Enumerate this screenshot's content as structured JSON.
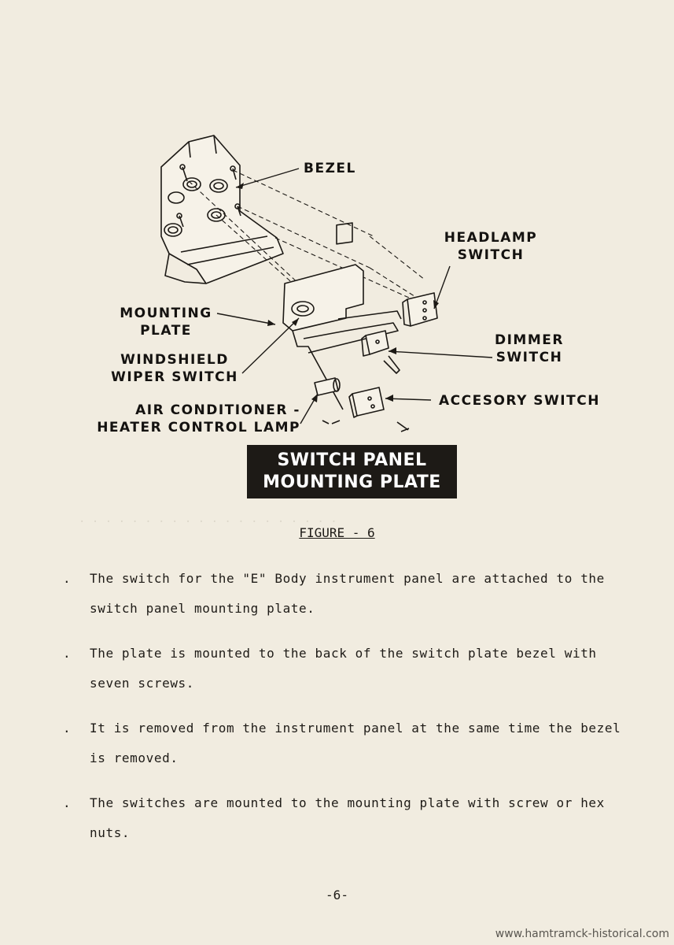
{
  "diagram": {
    "callouts": {
      "bezel": "BEZEL",
      "headlamp_switch": [
        "HEADLAMP",
        "SWITCH"
      ],
      "mounting_plate": [
        "MOUNTING",
        "PLATE"
      ],
      "dimmer_switch": [
        "DIMMER",
        "SWITCH"
      ],
      "windshield_wiper_switch": [
        "WINDSHIELD",
        "WIPER SWITCH"
      ],
      "accessory_switch": "ACCESORY SWITCH",
      "air_conditioner_lamp": [
        "AIR CONDITIONER -",
        "HEATER CONTROL LAMP"
      ]
    },
    "title": [
      "SWITCH PANEL",
      "MOUNTING PLATE"
    ]
  },
  "figure_caption": "FIGURE - 6",
  "bullets": [
    {
      "dot": ".",
      "text": "The switch for the \"E\" Body instrument panel are attached to the switch panel mounting plate."
    },
    {
      "dot": ".",
      "text": "The plate is mounted to the back of the switch plate bezel with seven screws."
    },
    {
      "dot": ".",
      "text": "It is removed from the instrument panel at the same time the bezel is removed."
    },
    {
      "dot": ".",
      "text": "The switches are mounted to the mounting plate with screw or hex nuts."
    }
  ],
  "page_number": "-6-",
  "watermark": "www.hamtramck-historical.com",
  "colors": {
    "paper": "#f1ece0",
    "ink": "#1e1b17",
    "title_box": "#1d1a16"
  }
}
